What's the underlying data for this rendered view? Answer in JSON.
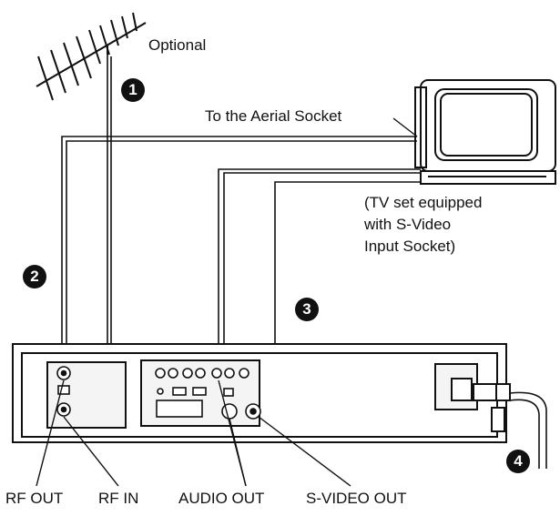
{
  "labels": {
    "optional": "Optional",
    "aerial_socket": "To the Aerial Socket",
    "tv_note": [
      "(TV set equipped",
      "with S-Video",
      "Input Socket)"
    ],
    "rf_out": "RF OUT",
    "rf_in": "RF IN",
    "audio_out": "AUDIO OUT",
    "svideo_out": "S-VIDEO OUT"
  },
  "steps": [
    "1",
    "2",
    "3",
    "4"
  ],
  "colors": {
    "line": "#111111",
    "background": "#ffffff",
    "panel": "#f4f4f4"
  }
}
